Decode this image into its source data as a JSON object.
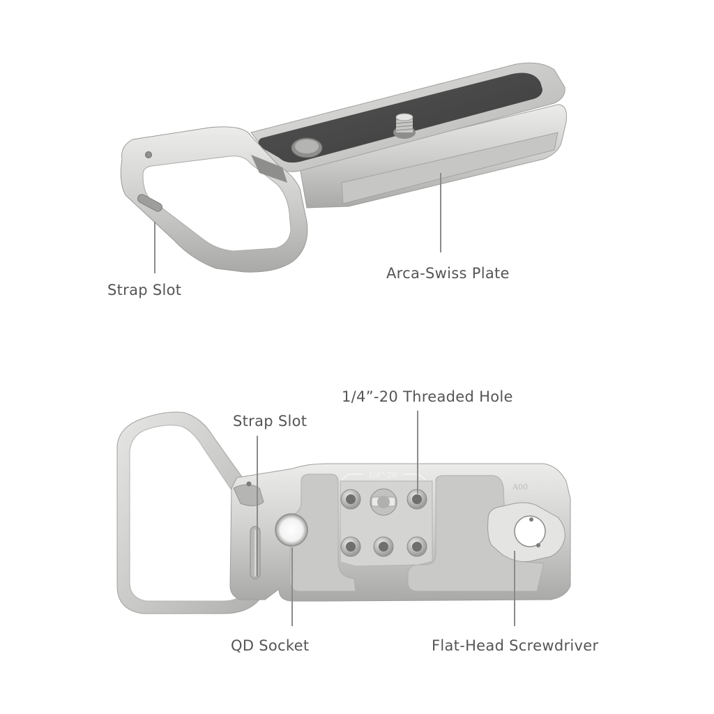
{
  "callouts": {
    "top_strap_slot": "Strap Slot",
    "arca_swiss_plate": "Arca-Swiss Plate",
    "threaded_hole": "1/4”-20 Threaded Hole",
    "bottom_strap_slot": "Strap Slot",
    "qd_socket": "QD Socket",
    "flat_head_screwdriver": "Flat-Head Screwdriver"
  },
  "engravings": {
    "thread_size": "1/4”-20",
    "model_code": "A00"
  },
  "colors": {
    "metal_light": "#dcdcda",
    "metal_mid": "#bdbdbb",
    "metal_dark": "#9a9a98",
    "rubber_pad": "#4a4a4a",
    "label_text": "#555555",
    "leader_line": "#8a8a8a"
  }
}
